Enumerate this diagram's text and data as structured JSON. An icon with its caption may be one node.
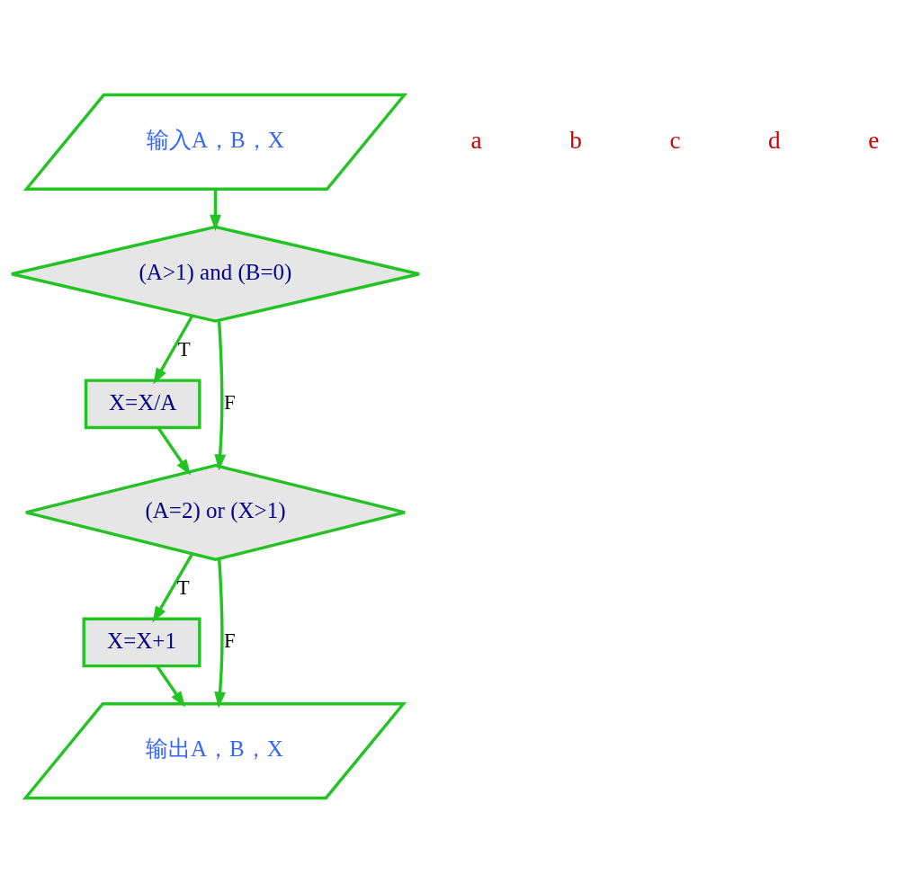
{
  "diagram": {
    "nodes": [
      {
        "text": [
          "输入A，B，X"
        ]
      },
      {
        "text": [
          "(A>1) and (B=0)"
        ]
      },
      {
        "text": [
          "X=X/A"
        ]
      },
      {
        "text": [
          "(A=2) or (X>1)"
        ]
      },
      {
        "text": [
          "X=X+1"
        ]
      },
      {
        "text": [
          "输出A，B，X"
        ]
      }
    ],
    "edges": [
      {
        "from": 0,
        "to": 1,
        "arrow": "to"
      },
      {
        "from": 1,
        "to": 2,
        "arrow": "to",
        "label": "T"
      },
      {
        "from": 1,
        "to": 3,
        "arrow": "to",
        "label": "F"
      },
      {
        "from": 2,
        "to": 3,
        "arrow": "to"
      },
      {
        "from": 3,
        "to": 4,
        "arrow": "to",
        "label": "T"
      },
      {
        "from": 3,
        "to": 5,
        "arrow": "to",
        "label": "F"
      },
      {
        "from": 4,
        "to": 5,
        "arrow": "to"
      }
    ],
    "labels": [
      "a",
      "b",
      "c",
      "d",
      "e"
    ]
  }
}
